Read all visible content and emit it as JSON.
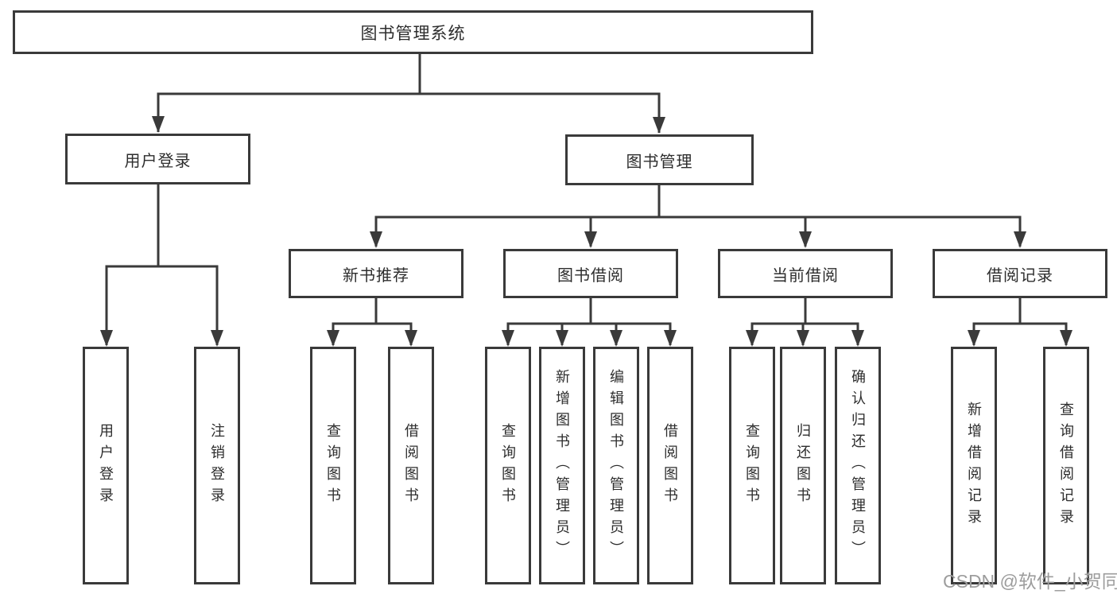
{
  "watermark": "CSDN @软件_小贺同学",
  "colors": {
    "line": "#3a3a3a",
    "box_border": "#3a3a3a",
    "text": "#2d2d2d",
    "watermark": "#9d9d9d",
    "background": "#ffffff"
  },
  "diagram": {
    "type": "hierarchy-tree",
    "root": "图书管理系统",
    "branches": [
      {
        "label": "用户登录",
        "children": [
          "用户登录",
          "注销登录"
        ]
      },
      {
        "label": "图书管理",
        "groups": [
          {
            "label": "新书推荐",
            "children": [
              "查询图书",
              "借阅图书"
            ]
          },
          {
            "label": "图书借阅",
            "children": [
              "查询图书",
              "新增图书（管理员）",
              "编辑图书（管理员）",
              "借阅图书"
            ]
          },
          {
            "label": "当前借阅",
            "children": [
              "查询图书",
              "归还图书",
              "确认归还（管理员）"
            ]
          },
          {
            "label": "借阅记录",
            "children": [
              "新增借阅记录",
              "查询借阅记录"
            ]
          }
        ]
      }
    ]
  }
}
